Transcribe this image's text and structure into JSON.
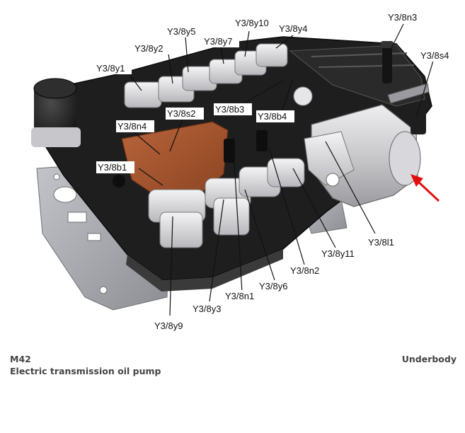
{
  "caption": {
    "component_code": "M42",
    "component_description": "Electric transmission oil pump",
    "location": "Underbody"
  },
  "labels": [
    {
      "id": "y3-8y1",
      "text": "Y3/8y1"
    },
    {
      "id": "y3-8y2",
      "text": "Y3/8y2"
    },
    {
      "id": "y3-8y5",
      "text": "Y3/8y5"
    },
    {
      "id": "y3-8y7",
      "text": "Y3/8y7"
    },
    {
      "id": "y3-8y10",
      "text": "Y3/8y10"
    },
    {
      "id": "y3-8y4",
      "text": "Y3/8y4"
    },
    {
      "id": "y3-8n3",
      "text": "Y3/8n3"
    },
    {
      "id": "y3-8s4",
      "text": "Y3/8s4"
    },
    {
      "id": "y3-8b3",
      "text": "Y3/8b3"
    },
    {
      "id": "y3-8s2",
      "text": "Y3/8s2"
    },
    {
      "id": "y3-8b4",
      "text": "Y3/8b4"
    },
    {
      "id": "y3-8n4",
      "text": "Y3/8n4"
    },
    {
      "id": "y3-8b1",
      "text": "Y3/8b1"
    },
    {
      "id": "y3-8l1",
      "text": "Y3/8l1"
    },
    {
      "id": "y3-8y11",
      "text": "Y3/8y11"
    },
    {
      "id": "y3-8n2",
      "text": "Y3/8n2"
    },
    {
      "id": "y3-8y6",
      "text": "Y3/8y6"
    },
    {
      "id": "y3-8n1",
      "text": "Y3/8n1"
    },
    {
      "id": "y3-8y3",
      "text": "Y3/8y3"
    },
    {
      "id": "y3-8y9",
      "text": "Y3/8y9"
    }
  ],
  "colors": {
    "housing_dark": "#1e1e1e",
    "plate_gray": "#a9aab0",
    "copper_plate": "#a5532c",
    "component_white": "#e4e4e6",
    "pump_metal": "#c9c9cc",
    "indicator_arrow": "#e01010"
  }
}
